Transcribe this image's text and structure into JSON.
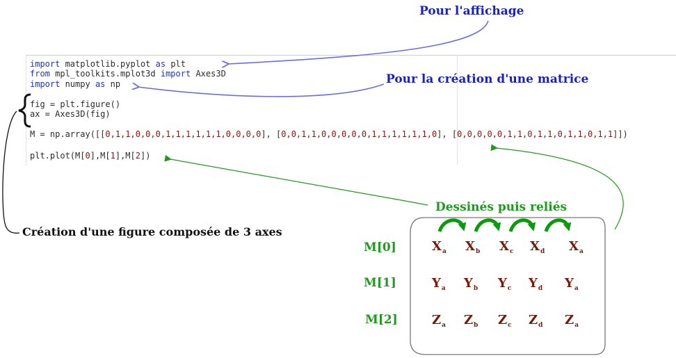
{
  "code": {
    "line1": {
      "kw1": "import",
      "mid": " matplotlib.pyplot ",
      "kw2": "as",
      "rest": " plt"
    },
    "line2": {
      "kw1": "from",
      "mid": " mpl_toolkits.mplot3d ",
      "kw2": "import",
      "rest": " Axes3D"
    },
    "line3": {
      "kw1": "import",
      "mid": " numpy ",
      "kw2": "as",
      "rest": " np"
    },
    "line4": "fig = plt.figure()",
    "line5": "ax = Axes3D(fig)",
    "line6": {
      "prefix": "M = np.array([[",
      "row0": "0,1,1,0,0,0,1,1,1,1,1,1,0,0,0,0",
      "sep1": "], [",
      "row1": "0,0,1,1,0,0,0,0,0,1,1,1,1,1,1,0",
      "sep2": "], [",
      "row2": "0,0,0,0,0,1,1,0,1,1,0,1,1,0,1,1",
      "suffix": "]])"
    },
    "line7": {
      "pre": "plt.plot(M[",
      "i0": "0",
      "m1": "],M[",
      "i1": "1",
      "m2": "],M[",
      "i2": "2",
      "post": "])"
    }
  },
  "annotations": {
    "display": "Pour l'affichage",
    "matrix": "Pour la création d'une matrice",
    "figure": "Création d'une figure composée de 3 axes",
    "drawn": "Dessinés puis reliés"
  },
  "matrix_table": {
    "row_labels": [
      "M[0]",
      "M[1]",
      "M[2]"
    ],
    "rows": [
      [
        {
          "v": "X",
          "s": "a"
        },
        {
          "v": "X",
          "s": "b"
        },
        {
          "v": "X",
          "s": "c"
        },
        {
          "v": "X",
          "s": "d"
        },
        {
          "v": "X",
          "s": "a"
        }
      ],
      [
        {
          "v": "Y",
          "s": "a"
        },
        {
          "v": "Y",
          "s": "b"
        },
        {
          "v": "Y",
          "s": "c"
        },
        {
          "v": "Y",
          "s": "d"
        },
        {
          "v": "Y",
          "s": "a"
        }
      ],
      [
        {
          "v": "Z",
          "s": "a"
        },
        {
          "v": "Z",
          "s": "b"
        },
        {
          "v": "Z",
          "s": "c"
        },
        {
          "v": "Z",
          "s": "d"
        },
        {
          "v": "Z",
          "s": "a"
        }
      ]
    ]
  },
  "colors": {
    "blue": "#1a21c4",
    "green": "#1f9a1f",
    "dark_red": "#7a1a06"
  }
}
